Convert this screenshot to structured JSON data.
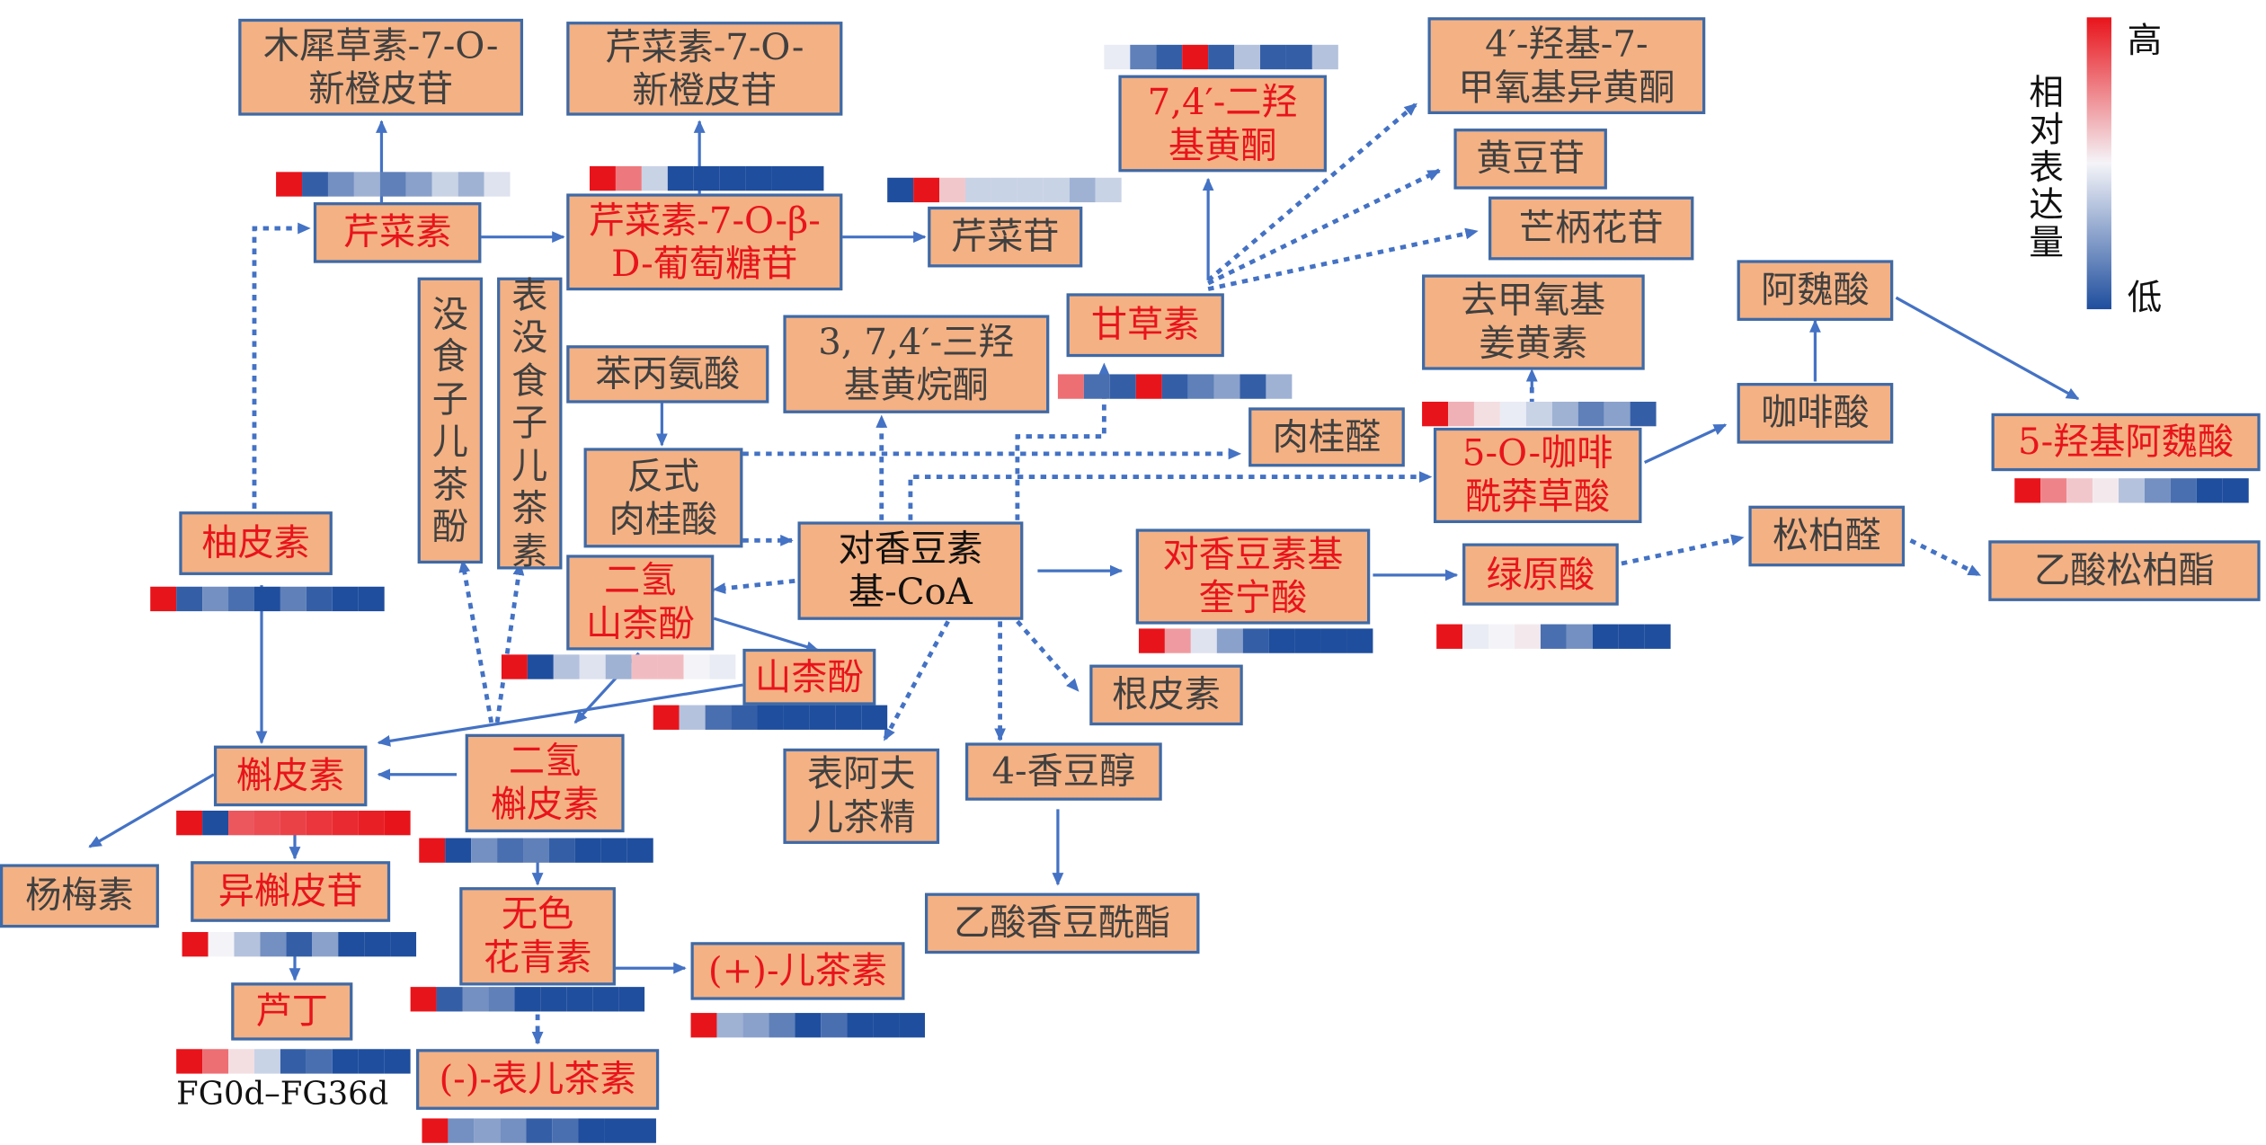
{
  "colors": {
    "node_fill": "#f4b183",
    "node_border": "#3d6aa8",
    "highlight_text": "#e8141b",
    "arrow": "#4472c4",
    "heat_high": "#e8141b",
    "heat_mid": "#f4f4f8",
    "heat_low": "#1f4e9e"
  },
  "nodes": {
    "mxc_xcpg": "木犀草素-7-O-\n新橙皮苷",
    "qcs_xcpg": "芹菜素-7-O-\n新橙皮苷",
    "qcs": "芹菜素",
    "qcs_glu": "芹菜素-7-O-β-\nD-葡萄糖苷",
    "qcg": "芹菜苷",
    "dhhtt": "7,4′-二羟\n基黄酮",
    "hydroxy_methoxy": "4′-羟基-7-\n甲氧基异黄酮",
    "daidzin": "黄豆苷",
    "mangiferin": "芒柄花苷",
    "licorice": "甘草素",
    "trihydroxy": "3, 7,4′-三羟\n基黄烷酮",
    "phe": "苯丙氨酸",
    "egc": "没食子儿茶酚",
    "egcg": "表没食子儿茶素",
    "cinnamic": "反式\n肉桂酸",
    "coumaroyl": "对香豆素\n基-CoA",
    "cinnamaldehyde": "肉桂醛",
    "caffeoyl_shikimic": "5-O-咖啡\n酰莽草酸",
    "demethoxy": "去甲氧基\n姜黄素",
    "ferulic": "阿魏酸",
    "caffeic": "咖啡酸",
    "hydroxyferulic": "5-羟基阿魏酸",
    "naringenin": "柚皮素",
    "dhk": "二氢\n山柰酚",
    "kaempferol": "山柰酚",
    "coumaroyl_quinic": "对香豆素基\n奎宁酸",
    "chlorogenic": "绿原酸",
    "coniferal": "松柏醛",
    "coniferyl_acetate": "乙酸松柏酯",
    "umbelliferone": "根皮素",
    "coumaryl": "4-香豆醇",
    "epiafzelechin": "表阿夫\n儿茶精",
    "coumaryl_acetate": "乙酸香豆酰酯",
    "quercetin": "槲皮素",
    "dhq": "二氢\n槲皮素",
    "myricetin": "杨梅素",
    "isoquercitrin": "异槲皮苷",
    "leucocyanidin": "无色\n花青素",
    "catechin": "(+)-儿茶素",
    "rutin": "芦丁",
    "epicatechin": "(-)-表儿茶素"
  },
  "legend": {
    "high": "高",
    "low": "低",
    "title": "相对表达量"
  },
  "caption": "FG0d–FG36d",
  "heatmaps": {
    "mxc_xcpg": [
      1.0,
      -0.9,
      -0.6,
      -0.4,
      -0.7,
      -0.5,
      -0.2,
      -0.4,
      -0.1
    ],
    "qcs_glu": [
      1.0,
      0.55,
      -0.2,
      -1.0,
      -1.0,
      -1.0,
      -1.0,
      -1.0,
      -1.0
    ],
    "qcs": [
      -1.0,
      1.0,
      0.2,
      -0.2,
      -0.2,
      -0.2,
      -0.2,
      -0.4,
      -0.2
    ],
    "dhhtt": [
      -0.05,
      -0.7,
      -0.9,
      1.0,
      -0.9,
      -0.3,
      -0.9,
      -0.9,
      -0.3
    ],
    "licorice": [
      0.6,
      -0.8,
      -0.9,
      1.0,
      -0.9,
      -0.7,
      -0.5,
      -0.9,
      -0.4
    ],
    "demethoxy": [
      1.0,
      0.3,
      0.1,
      -0.05,
      -0.2,
      -0.4,
      -0.7,
      -0.5,
      -0.9
    ],
    "hydroxyferulic": [
      1.0,
      0.5,
      0.2,
      0.05,
      -0.3,
      -0.6,
      -0.8,
      -1.0,
      -1.0
    ],
    "naringenin": [
      1.0,
      -0.9,
      -0.6,
      -0.8,
      -1.0,
      -0.7,
      -0.9,
      -1.0,
      -1.0
    ],
    "dhk": [
      1.0,
      -1.0,
      -0.3,
      -0.1,
      -0.4,
      0.25,
      0.25,
      0.0,
      -0.05
    ],
    "kaempferol": [
      1.0,
      -0.3,
      -0.8,
      -0.9,
      -1.0,
      -1.0,
      -1.0,
      -1.0,
      -1.0
    ],
    "coumaroyl_quinic": [
      1.0,
      0.4,
      -0.1,
      -0.5,
      -0.9,
      -1.0,
      -1.0,
      -1.0,
      -1.0
    ],
    "chlorogenic": [
      1.0,
      -0.05,
      0.0,
      0.05,
      -0.8,
      -0.6,
      -1.0,
      -1.0,
      -1.0
    ],
    "quercetin": [
      1.0,
      -1.0,
      0.7,
      0.75,
      0.8,
      0.85,
      0.9,
      0.95,
      1.0
    ],
    "dhq": [
      1.0,
      -1.0,
      -0.6,
      -0.8,
      -0.7,
      -0.9,
      -1.0,
      -1.0,
      -1.0
    ],
    "isoquercitrin": [
      1.0,
      0.0,
      -0.3,
      -0.6,
      -0.9,
      -0.5,
      -1.0,
      -1.0,
      -1.0
    ],
    "leucocyanidin": [
      1.0,
      -0.9,
      -0.6,
      -0.7,
      -1.0,
      -1.0,
      -1.0,
      -1.0,
      -1.0
    ],
    "catechin": [
      1.0,
      -0.4,
      -0.5,
      -0.7,
      -1.0,
      -0.8,
      -1.0,
      -1.0,
      -1.0
    ],
    "rutin": [
      1.0,
      0.6,
      0.1,
      -0.2,
      -0.9,
      -0.8,
      -1.0,
      -1.0,
      -1.0
    ],
    "epicatechin": [
      1.0,
      -0.6,
      -0.5,
      -0.6,
      -0.9,
      -0.8,
      -1.0,
      -1.0,
      -1.0
    ]
  }
}
